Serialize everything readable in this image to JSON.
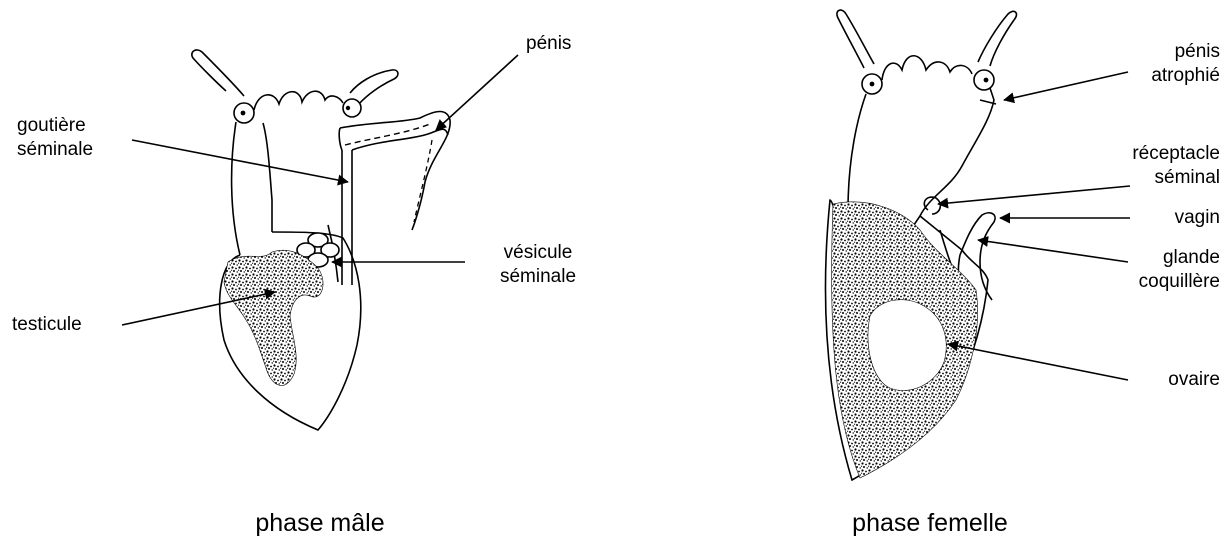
{
  "male": {
    "caption": "phase mâle",
    "labels": {
      "penis": "pénis",
      "goutiere_line1": "goutière",
      "goutiere_line2": "séminale",
      "vesicule_line1": "vésicule",
      "vesicule_line2": "séminale",
      "testicule": "testicule"
    }
  },
  "female": {
    "caption": "phase femelle",
    "labels": {
      "penis_atrophie_line1": "pénis",
      "penis_atrophie_line2": "atrophié",
      "receptacle_line1": "réceptacle",
      "receptacle_line2": "séminal",
      "vagin": "vagin",
      "glande_line1": "glande",
      "glande_line2": "coquillère",
      "ovaire": "ovaire"
    }
  },
  "colors": {
    "ink": "#000000",
    "background": "#ffffff"
  }
}
